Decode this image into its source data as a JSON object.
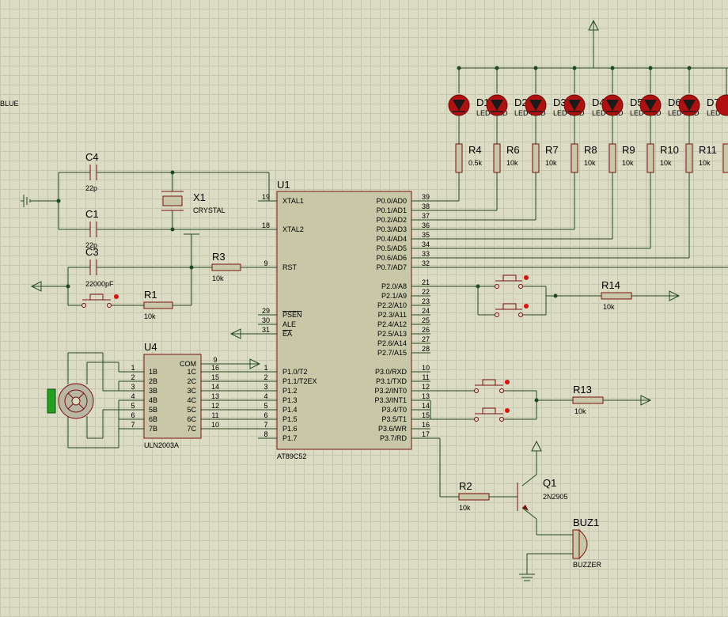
{
  "net_label_blue": "BLUE",
  "components": {
    "c4": {
      "ref": "C4",
      "value": "22p"
    },
    "c1": {
      "ref": "C1",
      "value": "22p"
    },
    "c3": {
      "ref": "C3",
      "value": "22000pF"
    },
    "x1": {
      "ref": "X1",
      "value": "CRYSTAL"
    },
    "r1": {
      "ref": "R1",
      "value": "10k"
    },
    "r2": {
      "ref": "R2",
      "value": "10k"
    },
    "r3": {
      "ref": "R3",
      "value": "10k"
    },
    "r13": {
      "ref": "R13",
      "value": "10k"
    },
    "r14": {
      "ref": "R14",
      "value": "10k"
    },
    "q1": {
      "ref": "Q1",
      "value": "2N2905"
    },
    "buz1": {
      "ref": "BUZ1",
      "value": "BUZZER"
    },
    "u1": {
      "ref": "U1",
      "value": "AT89C52"
    },
    "u4": {
      "ref": "U4",
      "value": "ULN2003A"
    }
  },
  "leds": [
    {
      "ref": "D1",
      "value": "LED-RED"
    },
    {
      "ref": "D2",
      "value": "LED-RED"
    },
    {
      "ref": "D3",
      "value": "LED-RED"
    },
    {
      "ref": "D4",
      "value": "LED-RED"
    },
    {
      "ref": "D5",
      "value": "LED-RED"
    },
    {
      "ref": "D6",
      "value": "LED-RED"
    },
    {
      "ref": "D7",
      "value": "LED-RED"
    }
  ],
  "led_resistors": [
    {
      "ref": "R4",
      "value": "0.5k"
    },
    {
      "ref": "R6",
      "value": "10k"
    },
    {
      "ref": "R7",
      "value": "10k"
    },
    {
      "ref": "R8",
      "value": "10k"
    },
    {
      "ref": "R9",
      "value": "10k"
    },
    {
      "ref": "R10",
      "value": "10k"
    },
    {
      "ref": "R11",
      "value": "10k"
    }
  ],
  "u1_left_pins": [
    {
      "num": "19",
      "name": "XTAL1"
    },
    {
      "num": "18",
      "name": "XTAL2"
    },
    {
      "num": "9",
      "name": "RST"
    },
    {
      "num": "29",
      "name": "PSEN"
    },
    {
      "num": "30",
      "name": "ALE"
    },
    {
      "num": "31",
      "name": "EA"
    },
    {
      "num": "1",
      "name": "P1.0/T2"
    },
    {
      "num": "2",
      "name": "P1.1/T2EX"
    },
    {
      "num": "3",
      "name": "P1.2"
    },
    {
      "num": "4",
      "name": "P1.3"
    },
    {
      "num": "5",
      "name": "P1.4"
    },
    {
      "num": "6",
      "name": "P1.5"
    },
    {
      "num": "7",
      "name": "P1.6"
    },
    {
      "num": "8",
      "name": "P1.7"
    }
  ],
  "u1_right_pins": [
    {
      "num": "39",
      "name": "P0.0/AD0"
    },
    {
      "num": "38",
      "name": "P0.1/AD1"
    },
    {
      "num": "37",
      "name": "P0.2/AD2"
    },
    {
      "num": "36",
      "name": "P0.3/AD3"
    },
    {
      "num": "35",
      "name": "P0.4/AD4"
    },
    {
      "num": "34",
      "name": "P0.5/AD5"
    },
    {
      "num": "33",
      "name": "P0.6/AD6"
    },
    {
      "num": "32",
      "name": "P0.7/AD7"
    },
    {
      "num": "21",
      "name": "P2.0/A8"
    },
    {
      "num": "22",
      "name": "P2.1/A9"
    },
    {
      "num": "23",
      "name": "P2.2/A10"
    },
    {
      "num": "24",
      "name": "P2.3/A11"
    },
    {
      "num": "25",
      "name": "P2.4/A12"
    },
    {
      "num": "26",
      "name": "P2.5/A13"
    },
    {
      "num": "27",
      "name": "P2.6/A14"
    },
    {
      "num": "28",
      "name": "P2.7/A15"
    },
    {
      "num": "10",
      "name": "P3.0/RXD"
    },
    {
      "num": "11",
      "name": "P3.1/TXD"
    },
    {
      "num": "12",
      "name": "P3.2/INT0"
    },
    {
      "num": "13",
      "name": "P3.3/INT1"
    },
    {
      "num": "14",
      "name": "P3.4/T0"
    },
    {
      "num": "15",
      "name": "P3.5/T1"
    },
    {
      "num": "16",
      "name": "P3.6/WR"
    },
    {
      "num": "17",
      "name": "P3.7/RD"
    }
  ],
  "u4_left_pins": [
    {
      "num": "1",
      "name": "1B"
    },
    {
      "num": "2",
      "name": "2B"
    },
    {
      "num": "3",
      "name": "3B"
    },
    {
      "num": "4",
      "name": "4B"
    },
    {
      "num": "5",
      "name": "5B"
    },
    {
      "num": "6",
      "name": "6B"
    },
    {
      "num": "7",
      "name": "7B"
    }
  ],
  "u4_right_pins": [
    {
      "num": "9",
      "name": "COM"
    },
    {
      "num": "16",
      "name": "1C"
    },
    {
      "num": "15",
      "name": "2C"
    },
    {
      "num": "14",
      "name": "3C"
    },
    {
      "num": "13",
      "name": "4C"
    },
    {
      "num": "12",
      "name": "5C"
    },
    {
      "num": "11",
      "name": "6C"
    },
    {
      "num": "10",
      "name": "7C"
    }
  ],
  "colors": {
    "background": "#dcdcc4",
    "grid": "#c6c6ae",
    "wire": "#1f4a1f",
    "component_outline": "#7a1010",
    "component_body": "#c8c8a8",
    "led_body": "#b01010",
    "button_led": "#e01010"
  }
}
